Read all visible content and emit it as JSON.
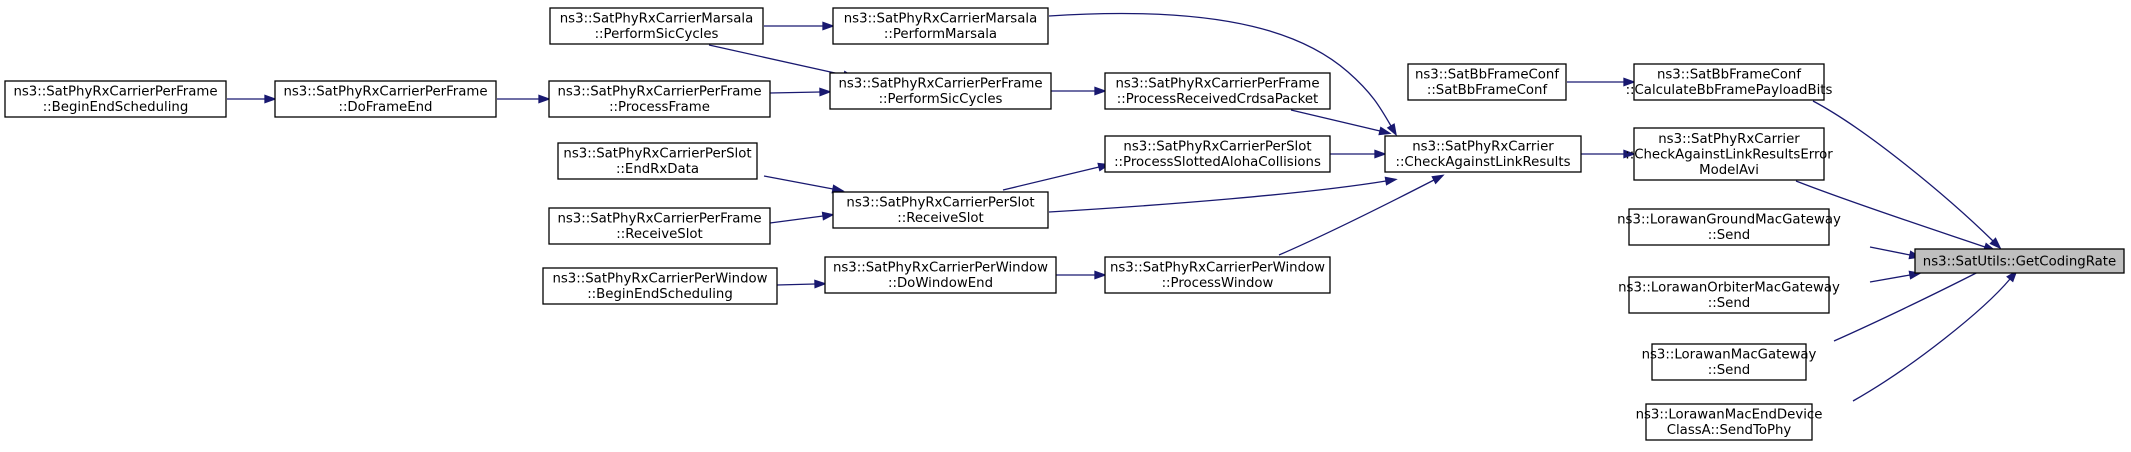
{
  "graph": {
    "nodes": [
      {
        "id": "root",
        "lines": [
          "ns3::SatUtils::GetCodingRate"
        ],
        "root": true
      },
      {
        "id": "bbfc_calc",
        "lines": [
          "ns3::SatBbFrameConf",
          "::CalculateBbFramePayloadBits"
        ]
      },
      {
        "id": "bbfc_ctor",
        "lines": [
          "ns3::SatBbFrameConf",
          "::SatBbFrameConf"
        ]
      },
      {
        "id": "carrier_check_avi",
        "lines": [
          "ns3::SatPhyRxCarrier",
          "::CheckAgainstLinkResultsError",
          "ModelAvi"
        ]
      },
      {
        "id": "lora_ground_send",
        "lines": [
          "ns3::LorawanGroundMacGateway",
          "::Send"
        ]
      },
      {
        "id": "lora_orbiter_send",
        "lines": [
          "ns3::LorawanOrbiterMacGateway",
          "::Send"
        ]
      },
      {
        "id": "lora_gw_send",
        "lines": [
          "ns3::LorawanMacGateway",
          "::Send"
        ]
      },
      {
        "id": "lora_enddev",
        "lines": [
          "ns3::LorawanMacEndDevice",
          "ClassA::SendToPhy"
        ]
      },
      {
        "id": "carrier_check",
        "lines": [
          "ns3::SatPhyRxCarrier",
          "::CheckAgainstLinkResults"
        ]
      },
      {
        "id": "marsala_perform",
        "lines": [
          "ns3::SatPhyRxCarrierMarsala",
          "::PerformMarsala"
        ]
      },
      {
        "id": "frame_crdsa",
        "lines": [
          "ns3::SatPhyRxCarrierPerFrame",
          "::ProcessReceivedCrdsaPacket"
        ]
      },
      {
        "id": "slot_aloha",
        "lines": [
          "ns3::SatPhyRxCarrierPerSlot",
          "::ProcessSlottedAlohaCollisions"
        ]
      },
      {
        "id": "slot_receive",
        "lines": [
          "ns3::SatPhyRxCarrierPerSlot",
          "::ReceiveSlot"
        ]
      },
      {
        "id": "window_process",
        "lines": [
          "ns3::SatPhyRxCarrierPerWindow",
          "::ProcessWindow"
        ]
      },
      {
        "id": "marsala_sic",
        "lines": [
          "ns3::SatPhyRxCarrierMarsala",
          "::PerformSicCycles"
        ]
      },
      {
        "id": "frame_sic",
        "lines": [
          "ns3::SatPhyRxCarrierPerFrame",
          "::PerformSicCycles"
        ]
      },
      {
        "id": "frame_process",
        "lines": [
          "ns3::SatPhyRxCarrierPerFrame",
          "::ProcessFrame"
        ]
      },
      {
        "id": "frame_doend",
        "lines": [
          "ns3::SatPhyRxCarrierPerFrame",
          "::DoFrameEnd"
        ]
      },
      {
        "id": "frame_begin",
        "lines": [
          "ns3::SatPhyRxCarrierPerFrame",
          "::BeginEndScheduling"
        ]
      },
      {
        "id": "slot_endrx",
        "lines": [
          "ns3::SatPhyRxCarrierPerSlot",
          "::EndRxData"
        ]
      },
      {
        "id": "frame_receive",
        "lines": [
          "ns3::SatPhyRxCarrierPerFrame",
          "::ReceiveSlot"
        ]
      },
      {
        "id": "window_doend",
        "lines": [
          "ns3::SatPhyRxCarrierPerWindow",
          "::DoWindowEnd"
        ]
      },
      {
        "id": "window_begin",
        "lines": [
          "ns3::SatPhyRxCarrierPerWindow",
          "::BeginEndScheduling"
        ]
      }
    ],
    "edges": [
      {
        "from": "bbfc_calc",
        "to": "root"
      },
      {
        "from": "carrier_check_avi",
        "to": "root"
      },
      {
        "from": "lora_ground_send",
        "to": "root"
      },
      {
        "from": "lora_orbiter_send",
        "to": "root"
      },
      {
        "from": "lora_gw_send",
        "to": "root"
      },
      {
        "from": "lora_enddev",
        "to": "root"
      },
      {
        "from": "bbfc_ctor",
        "to": "bbfc_calc"
      },
      {
        "from": "carrier_check",
        "to": "carrier_check_avi"
      },
      {
        "from": "marsala_perform",
        "to": "carrier_check"
      },
      {
        "from": "frame_crdsa",
        "to": "carrier_check"
      },
      {
        "from": "slot_aloha",
        "to": "carrier_check"
      },
      {
        "from": "slot_receive",
        "to": "carrier_check"
      },
      {
        "from": "window_process",
        "to": "carrier_check"
      },
      {
        "from": "marsala_sic",
        "to": "marsala_perform"
      },
      {
        "from": "frame_sic",
        "to": "frame_crdsa"
      },
      {
        "from": "slot_receive",
        "to": "slot_aloha"
      },
      {
        "from": "window_doend",
        "to": "window_process"
      },
      {
        "from": "marsala_sic",
        "to": "frame_sic"
      },
      {
        "from": "frame_process",
        "to": "frame_sic"
      },
      {
        "from": "frame_doend",
        "to": "frame_process"
      },
      {
        "from": "frame_begin",
        "to": "frame_doend"
      },
      {
        "from": "slot_endrx",
        "to": "slot_receive"
      },
      {
        "from": "frame_receive",
        "to": "slot_receive"
      },
      {
        "from": "window_begin",
        "to": "window_doend"
      }
    ],
    "colors": {
      "edge": "#191970",
      "node_border": "#000000",
      "root_fill": "#bfbfbf",
      "node_fill": "#ffffff",
      "text": "#000000"
    }
  }
}
